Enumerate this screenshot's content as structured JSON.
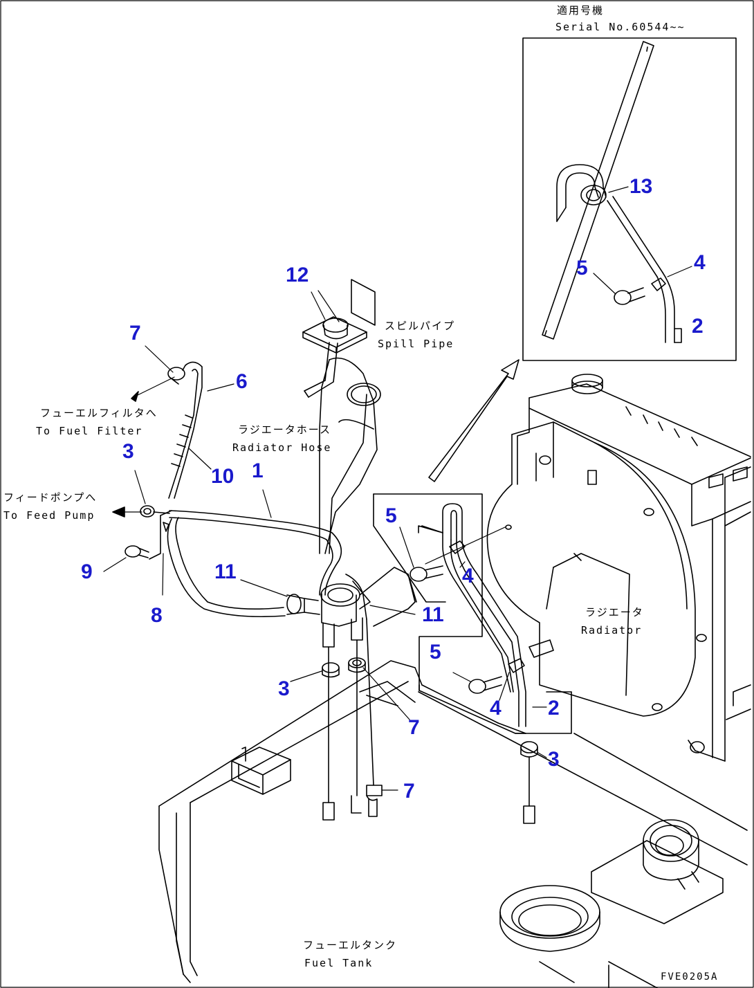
{
  "serial": {
    "jp": "適用号機",
    "en": "Serial No.60544~~"
  },
  "labels": {
    "fuel_filter_jp": "フューエルフィルタへ",
    "fuel_filter_en": "To Fuel Filter",
    "feed_pump_jp": "フィードポンプへ",
    "feed_pump_en": "To Feed Pump",
    "radiator_hose_jp": "ラジエータホース",
    "radiator_hose_en": "Radiator Hose",
    "spill_pipe_jp": "スピルパイプ",
    "spill_pipe_en": "Spill Pipe",
    "radiator_jp": "ラジエータ",
    "radiator_en": "Radiator",
    "fuel_tank_jp": "フューエルタンク",
    "fuel_tank_en": "Fuel Tank"
  },
  "callouts": {
    "c13": "13",
    "c4_inset": "4",
    "c5_inset": "5",
    "c2_inset": "2",
    "c12": "12",
    "c7_top": "7",
    "c6": "6",
    "c3_left": "3",
    "c10": "10",
    "c1": "1",
    "c9": "9",
    "c8": "8",
    "c11_left": "11",
    "c11_right": "11",
    "c5_mid": "5",
    "c4_mid": "4",
    "c5_low": "5",
    "c4_low": "4",
    "c2_low": "2",
    "c3_mid": "3",
    "c7_mid": "7",
    "c3_right": "3",
    "c7_bottom": "7"
  },
  "drawing_code": "FVE0205A"
}
